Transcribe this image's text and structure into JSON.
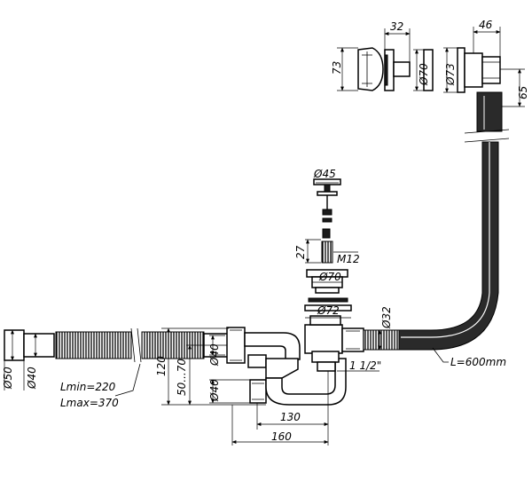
{
  "labels": {
    "d50": "Ø50",
    "d40_left": "Ø40",
    "lmin": "Lmin=220",
    "lmax": "Lmax=370",
    "h120": "120",
    "h50_70": "50...70",
    "d40_mid": "Ø40",
    "d40_tee": "Ø40",
    "w130": "130",
    "w160": "160",
    "thread": "1 1/2\"",
    "d72": "Ø72",
    "d70_strainer": "Ø70",
    "h27": "27",
    "m12": "M12",
    "d45": "Ø45",
    "d32": "Ø32",
    "length": "L=600mm",
    "h73_cap": "73",
    "w32": "32",
    "d70_top": "Ø70",
    "d73_top": "Ø73",
    "w46": "46",
    "h65": "65"
  }
}
